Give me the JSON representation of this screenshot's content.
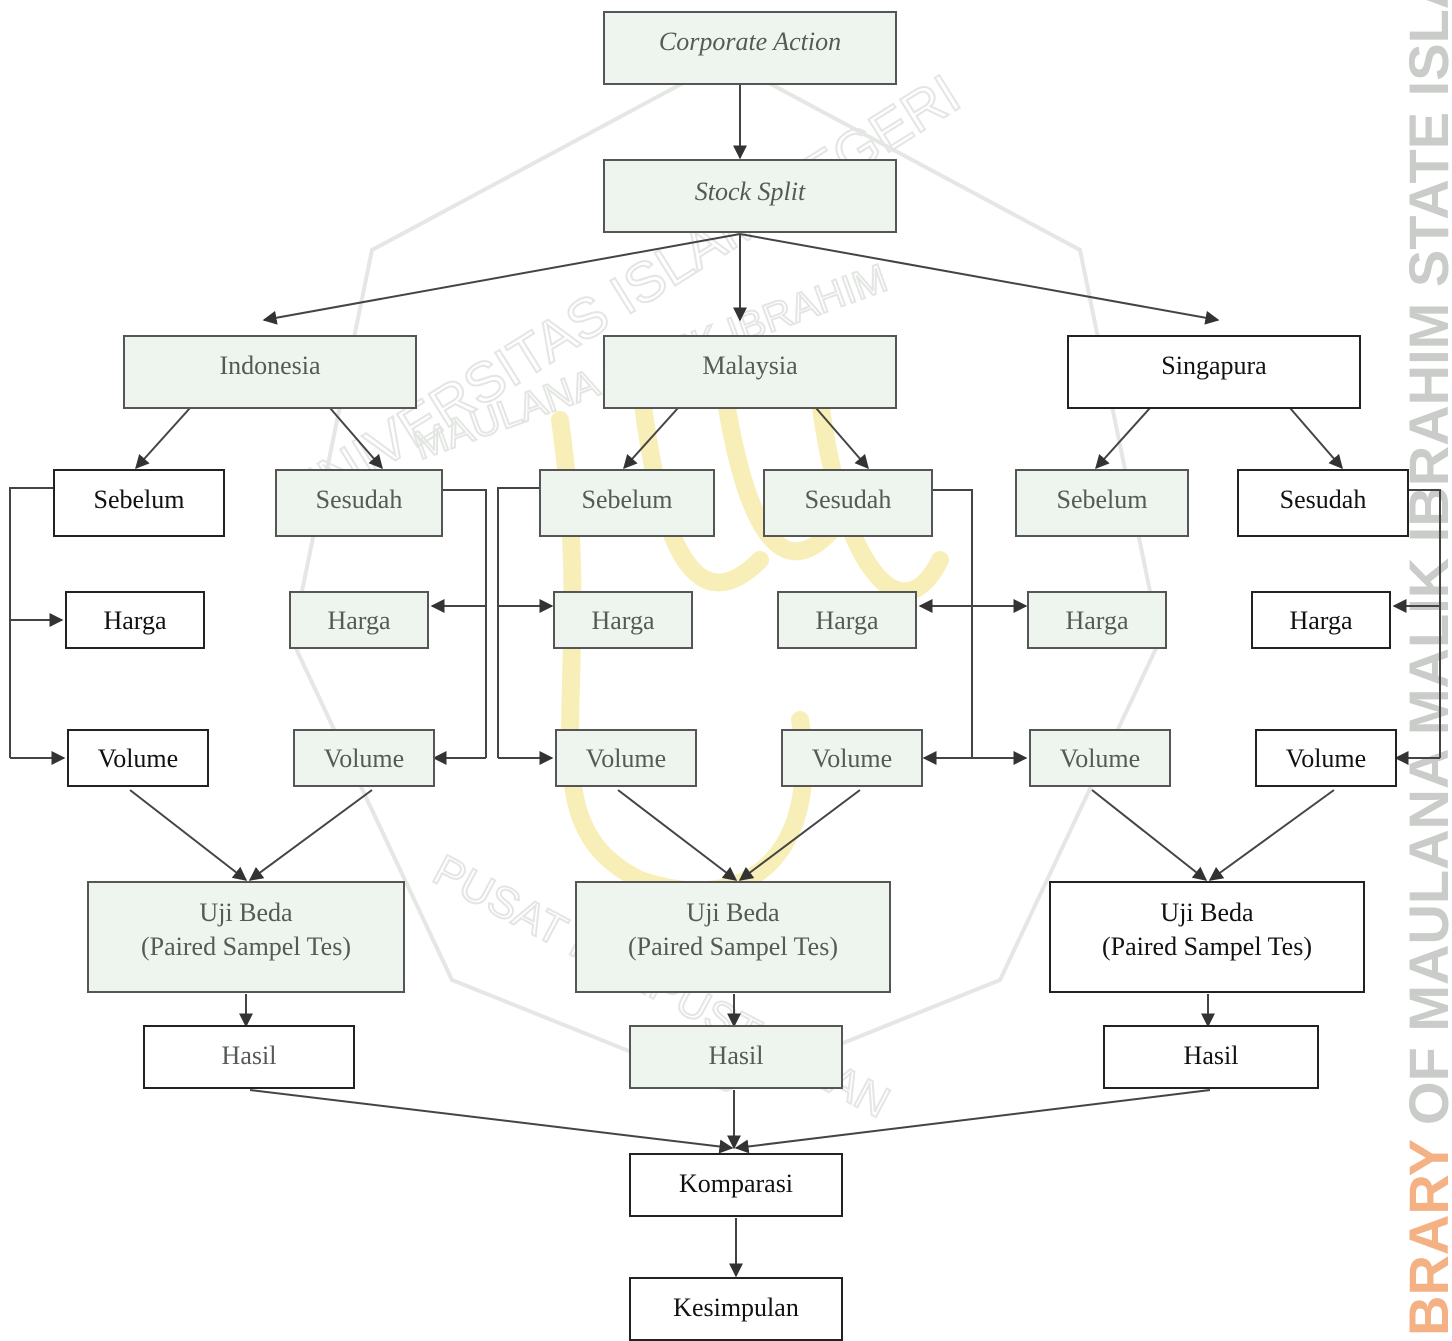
{
  "watermark": {
    "side_text": "BRARY OF MAULANA MALIK IBRAHIM STATE ISLAMIC UNIVER",
    "seal_text_top": "UNIVERSITAS ISLAM NEGERI",
    "seal_text_mid": "MAULANA MALIK IBRAHIM",
    "seal_text_bottom": "PUSAT PERPUSTAKAAN"
  },
  "nodes": {
    "corporate_action": "Corporate Action",
    "stock_split": "Stock Split",
    "indonesia": "Indonesia",
    "malaysia": "Malaysia",
    "singapura": "Singapura",
    "id_sebelum": "Sebelum",
    "id_sesudah": "Sesudah",
    "my_sebelum": "Sebelum",
    "my_sesudah": "Sesudah",
    "sg_sebelum": "Sebelum",
    "sg_sesudah": "Sesudah",
    "harga": "Harga",
    "volume": "Volume",
    "uji_beda_line1": "Uji Beda",
    "uji_beda_line2": "(Paired Sampel Tes)",
    "hasil": "Hasil",
    "komparasi": "Komparasi",
    "kesimpulan": "Kesimpulan"
  }
}
